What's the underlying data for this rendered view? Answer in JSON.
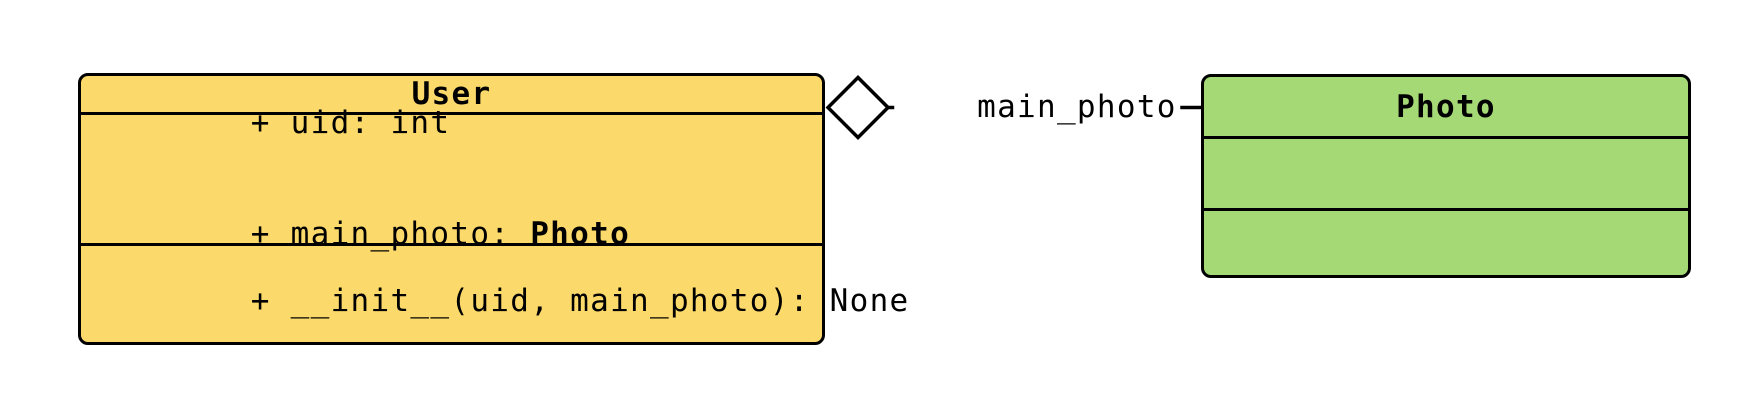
{
  "diagram": {
    "kind": "uml-class-diagram",
    "classes": {
      "user": {
        "name": "User",
        "attributes": [
          {
            "text": "+ uid: int"
          },
          {
            "prefix": "+ main_photo: ",
            "type": "Photo"
          }
        ],
        "methods": [
          {
            "text": "+ __init__(uid, main_photo): None"
          }
        ]
      },
      "photo": {
        "name": "Photo",
        "attributes": [],
        "methods": []
      }
    },
    "edge": {
      "label": "main_photo",
      "type": "aggregation",
      "from": "User",
      "to": "Photo",
      "diamond_end": "User"
    }
  },
  "colors": {
    "user_fill": "#FBD96A",
    "photo_fill": "#A5D976",
    "line": "#000000",
    "background": "#FFFFFF"
  }
}
